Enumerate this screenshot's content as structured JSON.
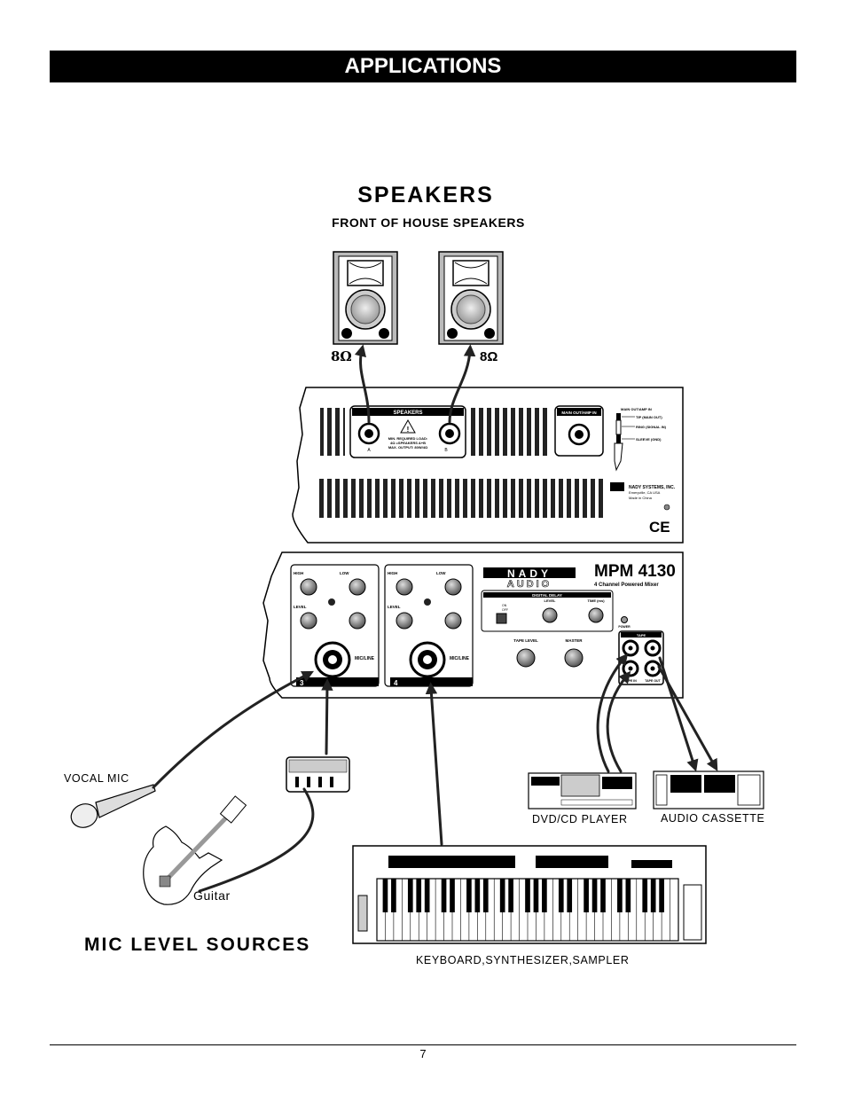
{
  "header": {
    "title": "APPLICATIONS"
  },
  "speakers": {
    "heading": "SPEAKERS",
    "subheading": "FRONT OF HOUSE SPEAKERS",
    "left_impedance": "8Ω",
    "right_impedance": "8Ω"
  },
  "rear_panel": {
    "speakers_label": "SPEAKERS",
    "warning_lines": [
      "MIN. REQUIRED LOAD:",
      "4Ω =SPEAKERS A+B",
      "MAX. OUTPUT: 80W/4Ω"
    ],
    "jack_a": "A",
    "jack_b": "B",
    "main_out_label": "MAIN OUT/AMP IN",
    "plug_legend_title": "MAIN OUT/AMP IN",
    "plug_legend": [
      "TIP (MAIN OUT)",
      "RING (SIGNAL IN)",
      "SLEEVE (GND)"
    ],
    "company": "NADY SYSTEMS, INC.",
    "company_city": "Emeryville, CA USA",
    "made_in": "Made in China",
    "ce_mark": "CE"
  },
  "mixer": {
    "brand": "NADY",
    "brand_sub": "AUDIO",
    "model": "MPM 4130",
    "model_sub": "4 Channel Powered Mixer",
    "channels": [
      {
        "number": "3",
        "input_label": "MIC/LINE",
        "high": "HIGH",
        "low": "LOW",
        "level": "LEVEL"
      },
      {
        "number": "4",
        "input_label": "MIC/LINE",
        "high": "HIGH",
        "low": "LOW",
        "level": "LEVEL"
      }
    ],
    "digital_delay": "DIGITAL DELAY",
    "delay_switch": [
      "ON",
      "OFF"
    ],
    "delay_level": "LEVEL",
    "delay_time": "TIME (ms)",
    "tape_level": "TAPE LEVEL",
    "master": "MASTER",
    "power": "POWER",
    "tape": "TAPE",
    "tape_in": "TAPE IN",
    "tape_out": "TAPE OUT"
  },
  "sources": {
    "vocal_mic": "VOCAL MIC",
    "guitar": "Guitar",
    "dvd_cd_player": "DVD/CD PLAYER",
    "audio_cassette": "AUDIO CASSETTE",
    "keyboard": "KEYBOARD,SYNTHESIZER,SAMPLER",
    "heading": "MIC LEVEL SOURCES"
  },
  "footer": {
    "page_number": "7"
  }
}
